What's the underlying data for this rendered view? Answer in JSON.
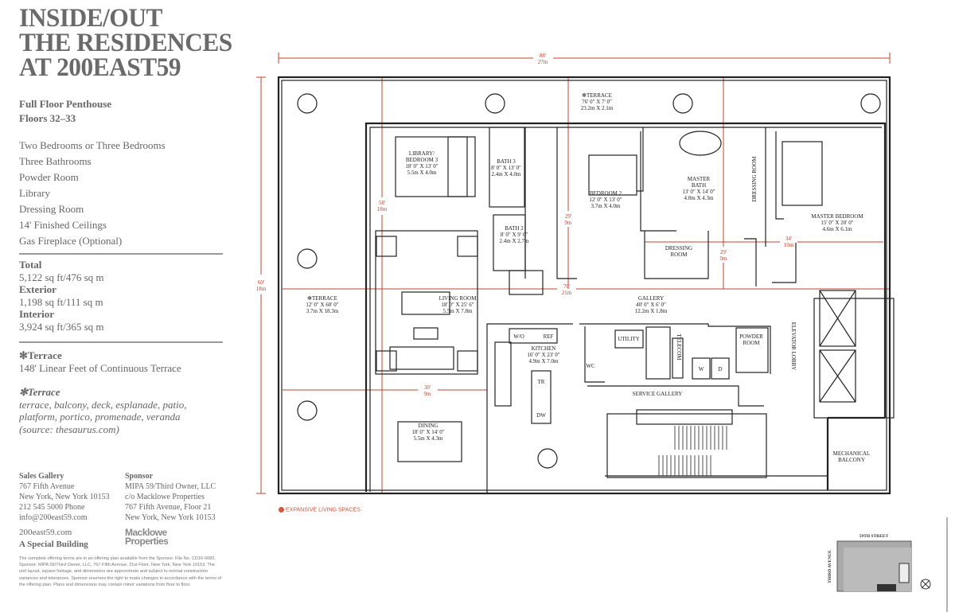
{
  "header": {
    "title_lines": [
      "INSIDE/OUT",
      "THE RESIDENCES",
      "AT 200EAST59"
    ],
    "unit_type": "Full Floor Penthouse",
    "floors": "Floors 32–33"
  },
  "features": [
    "Two Bedrooms or Three Bedrooms",
    "Three Bathrooms",
    "Powder Room",
    "Library",
    "Dressing Room",
    "14' Finished Ceilings",
    "Gas Fireplace (Optional)"
  ],
  "areas": {
    "total_label": "Total",
    "total_value": "5,122 sq ft/476 sq m",
    "exterior_label": "Exterior",
    "exterior_value": "1,198 sq ft/111 sq m",
    "interior_label": "Interior",
    "interior_value": "3,924 sq ft/365 sq m"
  },
  "terrace_note": {
    "heading": "✻Terrace",
    "text": "148' Linear Feet of Continuous Terrace",
    "italic_heading": "✻Terrace",
    "synonyms": [
      "terrace, balcony, deck, esplanade, patio,",
      "platform, portico, promenade, veranda",
      "(source: thesaurus.com)"
    ]
  },
  "sales": {
    "heading": "Sales Gallery",
    "lines": [
      "767 Fifth Avenue",
      "New York, New York 10153",
      "212 545 5000 Phone",
      "info@200east59.com"
    ]
  },
  "sponsor": {
    "heading": "Sponsor",
    "lines": [
      "MIPA 59/Third Owner, LLC",
      "c/o Macklowe Properties",
      "767 Fifth Avenue, Floor 21",
      "New York, New York 10153"
    ]
  },
  "website": "200east59.com",
  "tagline": "A Special Building",
  "logo_text": [
    "Macklowe",
    "Properties"
  ],
  "disclaimer": "The complete offering terms are in an offering plan available from the Sponsor. File No. CD16-0082. Sponsor: MIPA 59/Third Owner, LLC, 767 Fifth Avenue, 21st Floor, New York, New York 10153. The unit layout, square footage, and dimensions are approximate and subject to normal construction variances and tolerances. Sponsor reserves the right to make changes in accordance with the terms of the offering plan. Plans and dimensions may contain minor variations from floor to floor.",
  "legend": "EXPANSIVE LIVING SPACES",
  "dimensions": {
    "overall_width": [
      "88'",
      "27m"
    ],
    "overall_depth": [
      "60'",
      "18m"
    ],
    "d58": [
      "58'",
      "18m"
    ],
    "d29a": [
      "29'",
      "9m"
    ],
    "d29b": [
      "29'",
      "9m"
    ],
    "d34": [
      "34'",
      "10m"
    ],
    "d70": [
      "70'",
      "21m"
    ],
    "d30": [
      "30'",
      "9m"
    ]
  },
  "rooms": {
    "terrace_top": [
      "✻TERRACE",
      "76' 0\" X 7' 0\"",
      "23.2m X 2.1m"
    ],
    "terrace_left": [
      "✻TERRACE",
      "12' 0\" X 60' 0\"",
      "3.7m X 18.3m"
    ],
    "library": [
      "LIBRARY/",
      "BEDROOM 3",
      "18' 0\" X 13' 0\"",
      "5.5m X 4.0m"
    ],
    "bath3": [
      "BATH 3",
      "8' 0\" X 13' 0\"",
      "2.4m X 4.0m"
    ],
    "bath2": [
      "BATH 2",
      "8' 0\" X 9' 0\"",
      "2.4m X 2.7m"
    ],
    "bedroom2": [
      "BEDROOM 2",
      "12' 0\" X 13' 0\"",
      "3.7m X 4.0m"
    ],
    "master_bath": [
      "MASTER",
      "BATH",
      "13' 0\" X 14' 0\"",
      "4.0m X 4.3m"
    ],
    "dressing_room_v": [
      "DRESSING ROOM"
    ],
    "master_bedroom": [
      "MASTER BEDROOM",
      "15' 0\" X 20' 0\"",
      "4.6m X 6.1m"
    ],
    "dressing_room": [
      "DRESSING",
      "ROOM"
    ],
    "living": [
      "LIVING ROOM",
      "18' 0\" X 25' 6\"",
      "5.5m X 7.8m"
    ],
    "gallery": [
      "GALLERY",
      "40' 0\" X 6' 0\"",
      "12.2m X 1.8m"
    ],
    "kitchen": [
      "KITCHEN",
      "16' 0\" X 23' 0\"",
      "4.9m X 7.0m"
    ],
    "dining": [
      "DINING",
      "18' 0\" X 14' 0\"",
      "5.5m X 4.3m"
    ],
    "utility": [
      "UTILITY"
    ],
    "telecom": [
      "TELECOM"
    ],
    "powder": [
      "POWDER",
      "ROOM"
    ],
    "elevator_lobby": [
      "ELEVATOR LOBBY"
    ],
    "service_gallery": [
      "SERVICE GALLERY"
    ],
    "mechanical": [
      "MECHANICAL",
      "BALCONY"
    ],
    "fixtures": {
      "wo": "W/O",
      "ref": "REF",
      "tr": "TR",
      "dw": "DW",
      "wc": "WC",
      "w": "W",
      "d": "D"
    }
  },
  "keyplan": {
    "street": "59TH STREET",
    "avenue": "THIRD AVENUE"
  },
  "colors": {
    "dimension": "#c0452e",
    "text": "#666666"
  }
}
